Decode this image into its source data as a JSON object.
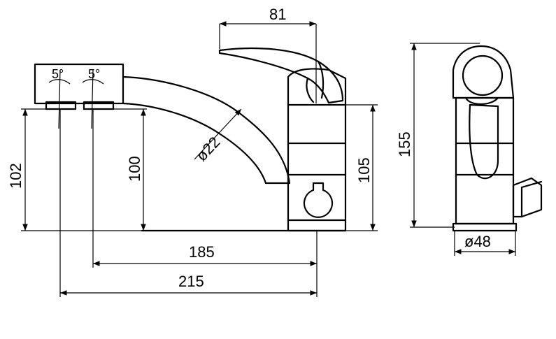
{
  "dimensions": {
    "top_width": "81",
    "height_left": "102",
    "height_mid": "100",
    "spout_diameter": "ø22",
    "height_right": "105",
    "reach_185": "185",
    "reach_215": "215",
    "side_height": "155",
    "base_diameter": "ø48"
  },
  "angles": {
    "left": "5°",
    "right": "5°"
  }
}
